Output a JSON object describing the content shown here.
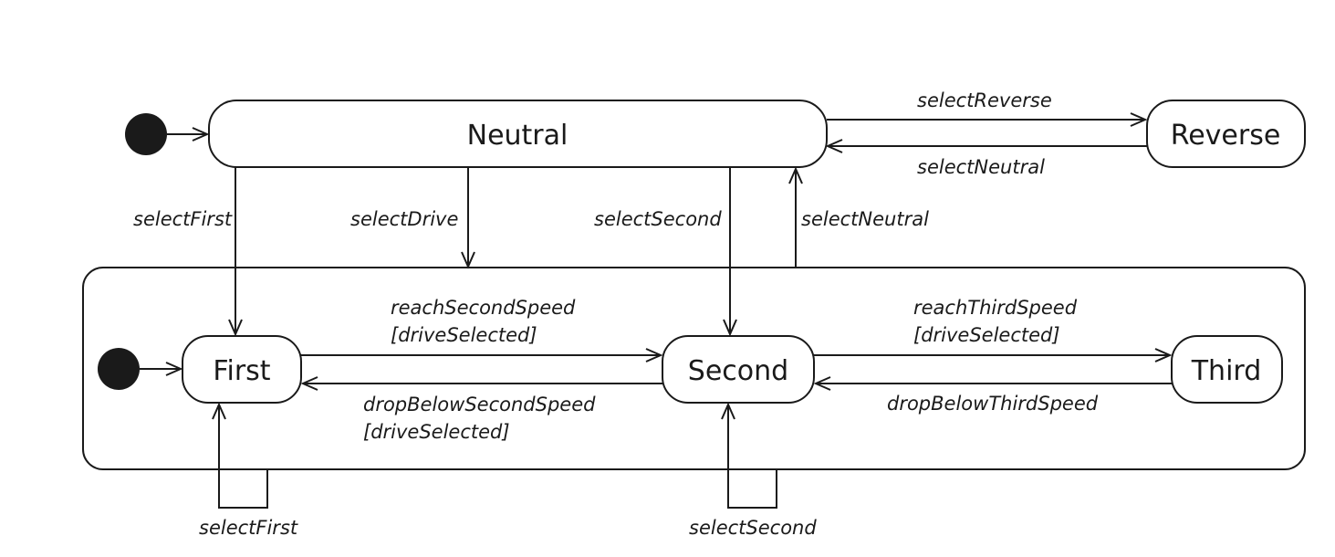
{
  "states": {
    "neutral": "Neutral",
    "reverse": "Reverse",
    "first": "First",
    "second": "Second",
    "third": "Third"
  },
  "transitions": {
    "select_reverse": "selectReverse",
    "select_neutral_from_reverse": "selectNeutral",
    "select_first": "selectFirst",
    "select_drive": "selectDrive",
    "select_second": "selectSecond",
    "select_neutral_from_drive": "selectNeutral",
    "reach_second_speed": "reachSecondSpeed",
    "reach_second_speed_guard": "[driveSelected]",
    "drop_below_second_speed": "dropBelowSecondSpeed",
    "drop_below_second_speed_guard": "[driveSelected]",
    "reach_third_speed": "reachThirdSpeed",
    "reach_third_speed_guard": "[driveSelected]",
    "drop_below_third_speed": "dropBelowThirdSpeed",
    "select_first_self": "selectFirst",
    "select_second_self": "selectSecond"
  }
}
